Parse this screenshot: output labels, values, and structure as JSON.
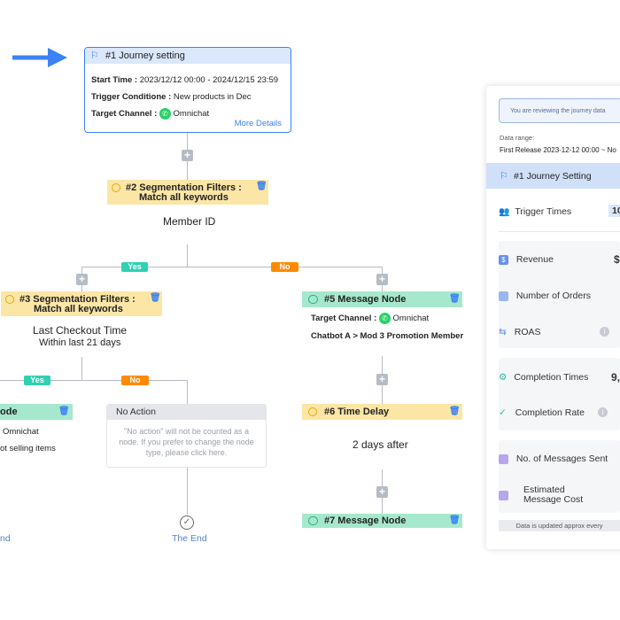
{
  "journey": {
    "title": "#1  Journey setting",
    "start_label": "Start Time :",
    "start_value": "2023/12/12 00:00 - 2024/12/15 23:59",
    "trigger_label": "Trigger Conditione :",
    "trigger_value": "New products in Dec",
    "channel_label": "Target Channel :",
    "channel_value": "Omnichat",
    "more": "More Details"
  },
  "seg2": {
    "title_line1": "#2 Segmentation Filters :",
    "title_line2": "Match all keywords",
    "body": "Member ID"
  },
  "seg3": {
    "title_line1": "#3 Segmentation Filters :",
    "title_line2": "Match all keywords",
    "body_line1": "Last Checkout Time",
    "body_line2": "Within last 21 days"
  },
  "tags": {
    "yes": "Yes",
    "no": "No"
  },
  "left_node": {
    "title": "ode",
    "line1": "Omnichat",
    "line2": "ot selling items",
    "end": "nd"
  },
  "no_action": {
    "title": "No Action",
    "desc_line1": "\"No action\" will not be counted as a",
    "desc_line2": "node. If you prefer to change the node",
    "desc_line3": "type, please click here.",
    "end": "The End"
  },
  "msg5": {
    "title": "#5  Message Node",
    "channel_label": "Target Channel :",
    "channel_value": "Omnichat",
    "line2": "Chatbot A > Mod 3 Promotion Member"
  },
  "delay6": {
    "title": "#6 Time Delay",
    "body": "2 days after"
  },
  "msg7": {
    "title": "#7  Message Node"
  },
  "panel": {
    "notice": "You are reviewing the journey data",
    "range_label": "Data range:",
    "range_value": "First Release 2023-12-12 00:00 ~ No",
    "setting": "#1 Journey Setting",
    "trigger_times": "Trigger Times",
    "trigger_value": "10",
    "revenue": "Revenue",
    "revenue_value": "$",
    "orders": "Number of Orders",
    "roas": "ROAS",
    "completion_times": "Completion Times",
    "completion_value": "9,",
    "completion_rate": "Completion Rate",
    "messages_sent": "No. of Messages Sent",
    "estimated_line1": "Estimated",
    "estimated_line2": "Message Cost",
    "footer": "Data is updated approx every"
  },
  "colors": {
    "accent": "#3b82f6",
    "yellow": "#fbe6a6",
    "green": "#a6e8cd",
    "yes": "#2fd1b2",
    "no": "#ff8a00"
  }
}
